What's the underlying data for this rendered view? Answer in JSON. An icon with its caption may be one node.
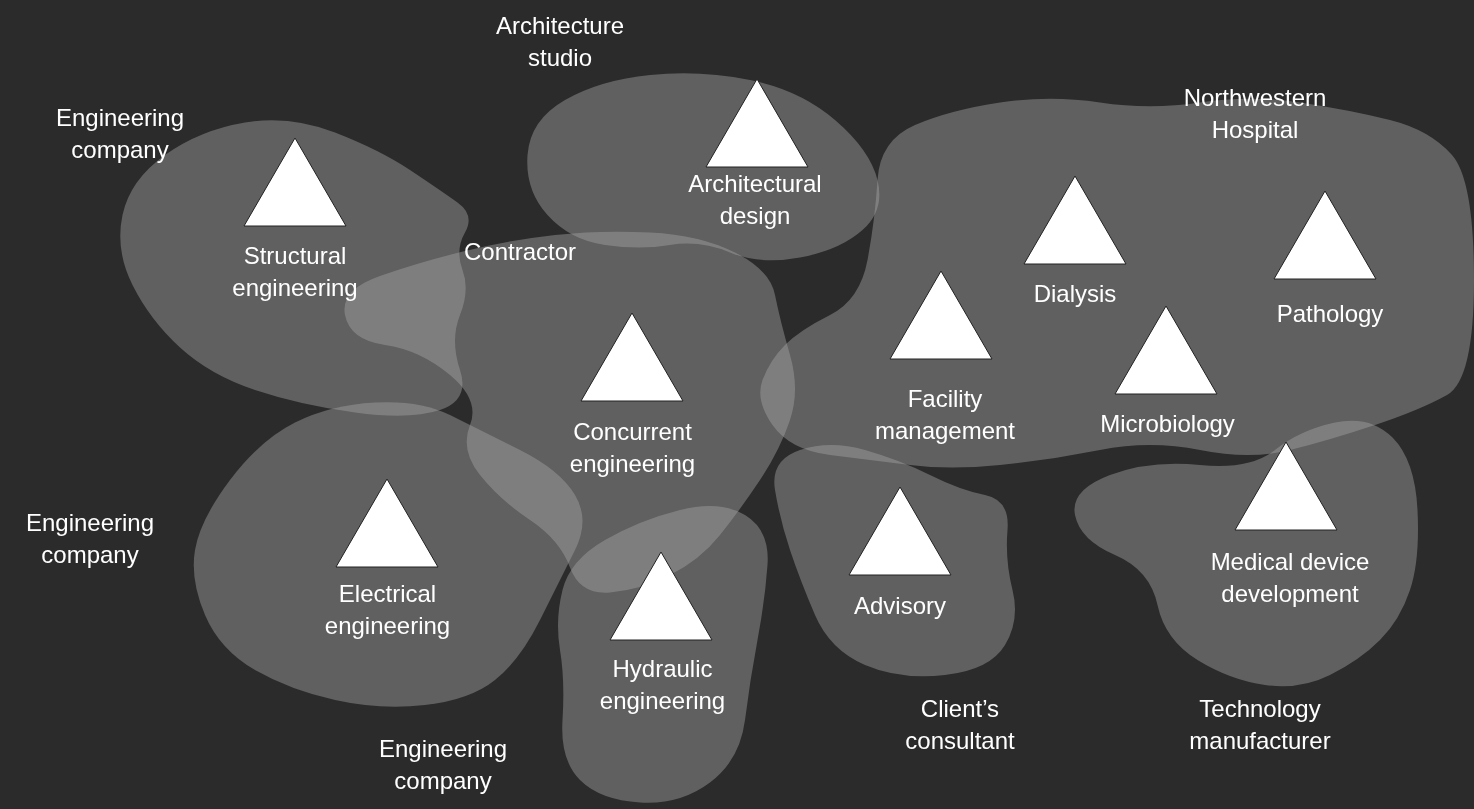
{
  "diagram": {
    "nodes": [
      {
        "text": [
          "Engineering company"
        ]
      },
      {
        "text": [
          "Structural engineering"
        ],
        "in": 0
      },
      {
        "text": [
          "Architecture studio"
        ]
      },
      {
        "text": [
          "Architectural design"
        ],
        "in": 2
      },
      {
        "text": [
          "Northwestern Hospital"
        ]
      },
      {
        "text": [
          "Dialysis"
        ],
        "in": 4
      },
      {
        "text": [
          "Pathology"
        ],
        "in": 4
      },
      {
        "text": [
          "Facility management"
        ],
        "in": 4
      },
      {
        "text": [
          "Microbiology"
        ],
        "in": 4
      },
      {
        "text": [
          "Contractor"
        ]
      },
      {
        "text": [
          "Concurrent engineering"
        ],
        "in": 9
      },
      {
        "text": [
          "Engineering company"
        ]
      },
      {
        "text": [
          "Electrical engineering"
        ],
        "in": 11
      },
      {
        "text": [
          "Engineering company"
        ]
      },
      {
        "text": [
          "Hydraulic engineering"
        ],
        "in": 13
      },
      {
        "text": [
          "Client’s consultant"
        ]
      },
      {
        "text": [
          "Advisory"
        ],
        "in": 15
      },
      {
        "text": [
          "Technology manufacturer"
        ]
      },
      {
        "text": [
          "Medical device development"
        ],
        "in": 17
      }
    ]
  }
}
